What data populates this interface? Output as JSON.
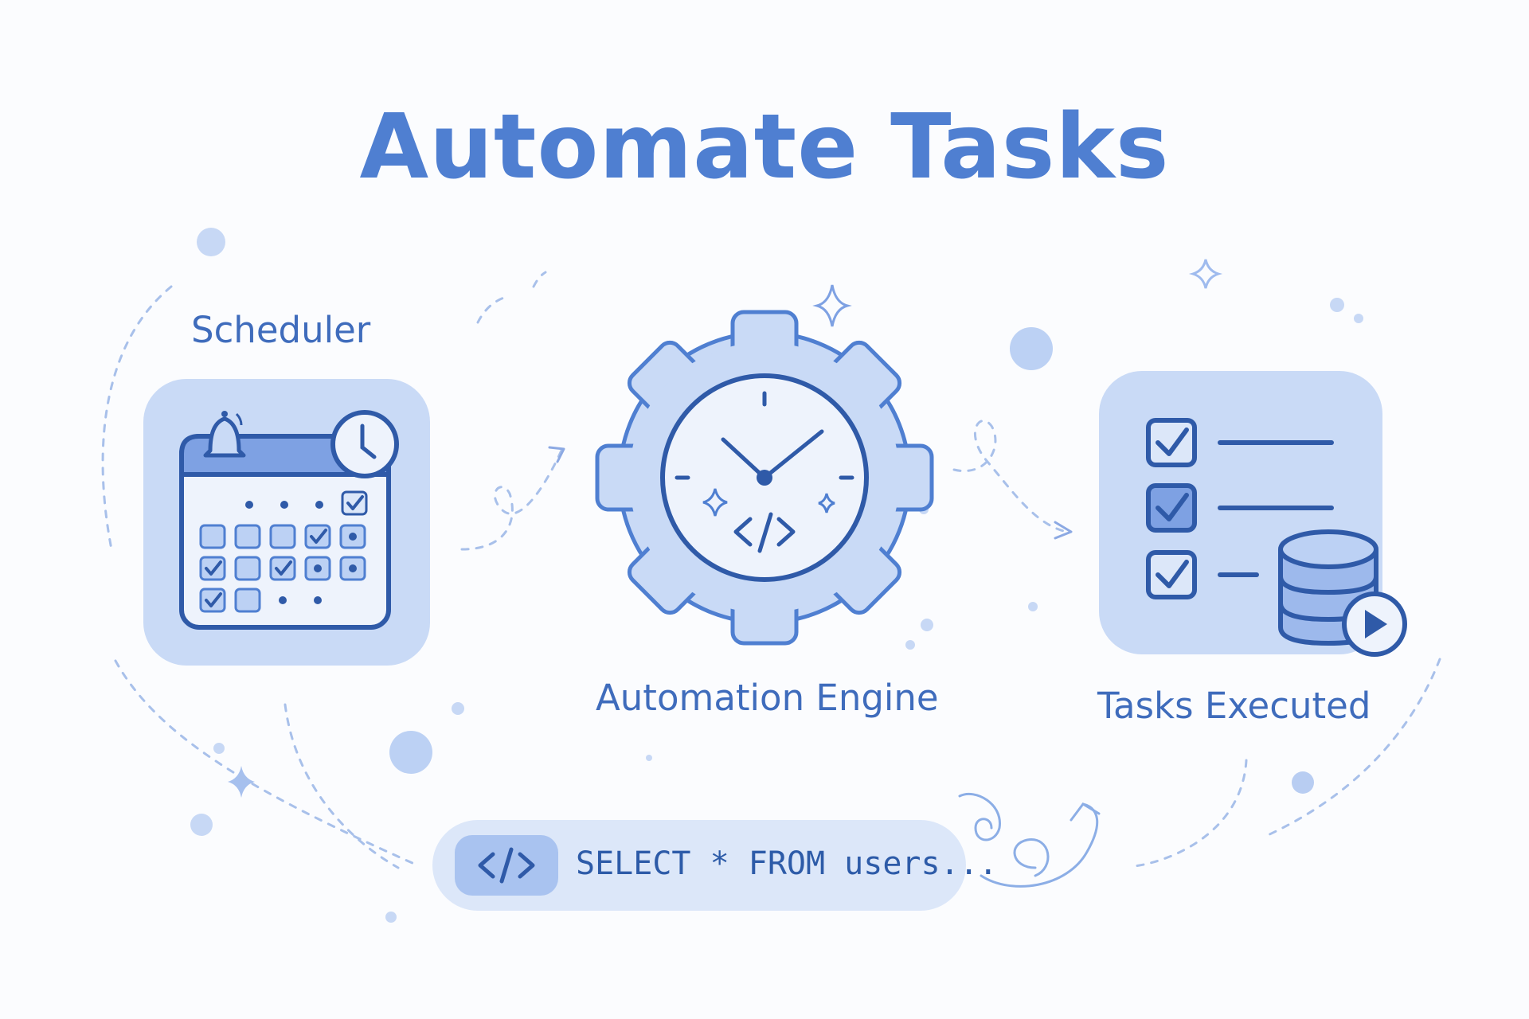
{
  "title": "Automate Tasks",
  "nodes": {
    "scheduler": {
      "label": "Scheduler",
      "icon": "calendar-icon"
    },
    "engine": {
      "label": "Automation Engine",
      "icon": "gear-clock-icon"
    },
    "tasks": {
      "label": "Tasks Executed",
      "icon": "checklist-database-icon"
    }
  },
  "query": {
    "icon": "code-icon",
    "text": "SELECT * FROM users..."
  },
  "colors": {
    "background": "#fbfcfe",
    "primary": "#4f7fd1",
    "dark_stroke": "#2f5aa8",
    "panel_fill": "#c9daf6",
    "light_fill": "#e6eefb"
  }
}
